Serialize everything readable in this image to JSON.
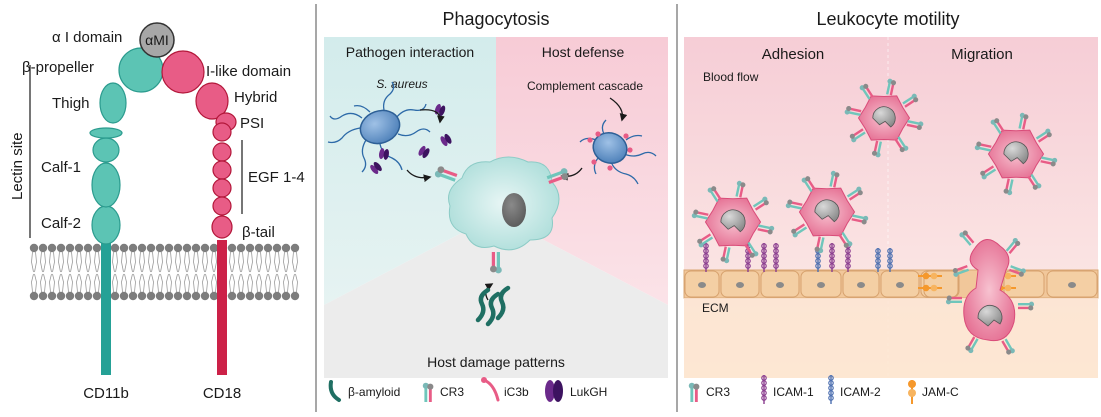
{
  "colors": {
    "teal": "#5cc4b4",
    "teal_dark": "#25a196",
    "crimson": "#cc2148",
    "pink": "#e85c86",
    "lipid": "#7d7d7d",
    "panel_border": "#8a8a8a",
    "purple": "#6b2a8b",
    "ecm": "#f1c79a",
    "orange": "#f5982c"
  },
  "left_panel": {
    "alpha_i_domain": "α I domain",
    "alpha_m_i": "αMI",
    "beta_propeller": "β-propeller",
    "thigh": "Thigh",
    "calf1": "Calf-1",
    "calf2": "Calf-2",
    "lectin_site": "Lectin site",
    "i_like_domain": "I-like domain",
    "hybrid": "Hybrid",
    "psi": "PSI",
    "egf": "EGF 1-4",
    "beta_tail": "β-tail",
    "cd11b": "CD11b",
    "cd18": "CD18"
  },
  "phagocytosis": {
    "title": "Phagocytosis",
    "pathogen_interaction": "Pathogen interaction",
    "host_defense": "Host defense",
    "s_aureus": "S. aureus",
    "complement_cascade": "Complement cascade",
    "host_damage_patterns": "Host damage patterns",
    "legend": [
      "β-amyloid",
      "CR3",
      "iC3b",
      "LukGH"
    ]
  },
  "leukocyte_motility": {
    "title": "Leukocyte motility",
    "adhesion": "Adhesion",
    "migration": "Migration",
    "blood_flow": "Blood flow",
    "ecm": "ECM",
    "legend": [
      "CR3",
      "ICAM-1",
      "ICAM-2",
      "JAM-C"
    ]
  }
}
